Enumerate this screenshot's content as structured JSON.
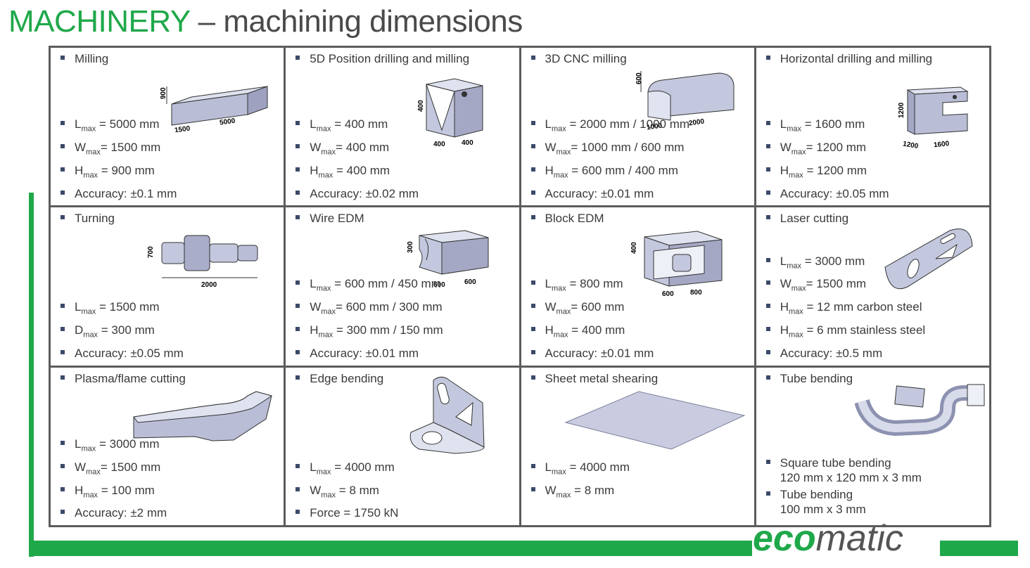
{
  "title": {
    "accent": "MACHINERY",
    "rest": " – machining dimensions"
  },
  "logo": {
    "eco": "eco",
    "matic": "matic"
  },
  "dims": {
    "milling": [
      "900",
      "1500",
      "5000"
    ],
    "position5d": [
      "400",
      "400",
      "400"
    ],
    "cnc3d": [
      "600",
      "1000",
      "2000"
    ],
    "horizontal": [
      "1200",
      "1200",
      "1600"
    ],
    "turning": [
      "700",
      "2000"
    ],
    "wire_edm": [
      "300",
      "600",
      "600"
    ],
    "block_edm": [
      "400",
      "600",
      "800"
    ]
  },
  "cells": [
    {
      "title": "Milling",
      "specs": [
        {
          "sym": "L",
          "sub": "max",
          "val": " = 5000 mm"
        },
        {
          "sym": "W",
          "sub": "max",
          "val": "= 1500 mm"
        },
        {
          "sym": "H",
          "sub": "max",
          "val": " = 900 mm"
        },
        {
          "text": "Accuracy: ±0.1 mm"
        }
      ]
    },
    {
      "title": "5D Position drilling and milling",
      "specs": [
        {
          "sym": "L",
          "sub": "max",
          "val": " = 400 mm"
        },
        {
          "sym": "W",
          "sub": "max",
          "val": "= 400 mm"
        },
        {
          "sym": "H",
          "sub": "max",
          "val": " = 400 mm"
        },
        {
          "text": "Accuracy: ±0.02 mm"
        }
      ]
    },
    {
      "title": "3D CNC milling",
      "specs": [
        {
          "sym": "L",
          "sub": "max",
          "val": " = 2000 mm / 1000 mm"
        },
        {
          "sym": "W",
          "sub": "max",
          "val": "= 1000 mm / 600 mm"
        },
        {
          "sym": "H",
          "sub": "max",
          "val": " = 600 mm / 400 mm"
        },
        {
          "text": "Accuracy: ±0.01 mm"
        }
      ]
    },
    {
      "title": "Horizontal drilling and milling",
      "specs": [
        {
          "sym": "L",
          "sub": "max",
          "val": " = 1600 mm"
        },
        {
          "sym": "W",
          "sub": "max",
          "val": "= 1200 mm"
        },
        {
          "sym": "H",
          "sub": "max",
          "val": " = 1200 mm"
        },
        {
          "text": "Accuracy: ±0.05 mm"
        }
      ]
    },
    {
      "title": "Turning",
      "specs": [
        {
          "sym": "L",
          "sub": "max",
          "val": " = 1500 mm"
        },
        {
          "sym": "D",
          "sub": "max",
          "val": " = 300 mm"
        },
        {
          "text": "Accuracy: ±0.05 mm"
        }
      ]
    },
    {
      "title": "Wire EDM",
      "specs": [
        {
          "sym": "L",
          "sub": "max",
          "val": " = 600 mm / 450 mm"
        },
        {
          "sym": "W",
          "sub": "max",
          "val": "= 600 mm / 300 mm"
        },
        {
          "sym": "H",
          "sub": "max",
          "val": " = 300 mm / 150 mm"
        },
        {
          "text": "Accuracy: ±0.01 mm"
        }
      ]
    },
    {
      "title": "Block EDM",
      "specs": [
        {
          "sym": "L",
          "sub": "max",
          "val": " = 800 mm"
        },
        {
          "sym": "W",
          "sub": "max",
          "val": "= 600 mm"
        },
        {
          "sym": "H",
          "sub": "max",
          "val": " = 400 mm"
        },
        {
          "text": "Accuracy: ±0.01 mm"
        }
      ]
    },
    {
      "title": "Laser cutting",
      "specs": [
        {
          "sym": "L",
          "sub": "max",
          "val": " = 3000 mm"
        },
        {
          "sym": "W",
          "sub": "max",
          "val": "= 1500 mm"
        },
        {
          "sym": "H",
          "sub": "max",
          "val": " = 12 mm carbon steel"
        },
        {
          "sym": "H",
          "sub": "max",
          "val": " = 6 mm stainless steel"
        },
        {
          "text": "Accuracy: ±0.5 mm"
        }
      ]
    },
    {
      "title": "Plasma/flame cutting",
      "specs": [
        {
          "sym": "L",
          "sub": "max",
          "val": " = 3000 mm"
        },
        {
          "sym": "W",
          "sub": "max",
          "val": "= 1500 mm"
        },
        {
          "sym": "H",
          "sub": "max",
          "val": " = 100 mm"
        },
        {
          "text": "Accuracy: ±2 mm"
        }
      ]
    },
    {
      "title": "Edge bending",
      "specs": [
        {
          "sym": "L",
          "sub": "max",
          "val": " = 4000 mm"
        },
        {
          "sym": "W",
          "sub": "max",
          "val": " = 8 mm"
        },
        {
          "text": "Force = 1750 kN"
        }
      ]
    },
    {
      "title": "Sheet metal shearing",
      "specs": [
        {
          "sym": "L",
          "sub": "max",
          "val": " = 4000 mm"
        },
        {
          "sym": "W",
          "sub": "max",
          "val": " = 8 mm"
        }
      ]
    },
    {
      "title": "Tube bending",
      "specs": [
        {
          "line1": "Square tube bending",
          "line2": "120 mm x 120 mm x 3 mm"
        },
        {
          "line1": "Tube bending",
          "line2": "100 mm x 3 mm"
        }
      ]
    }
  ]
}
